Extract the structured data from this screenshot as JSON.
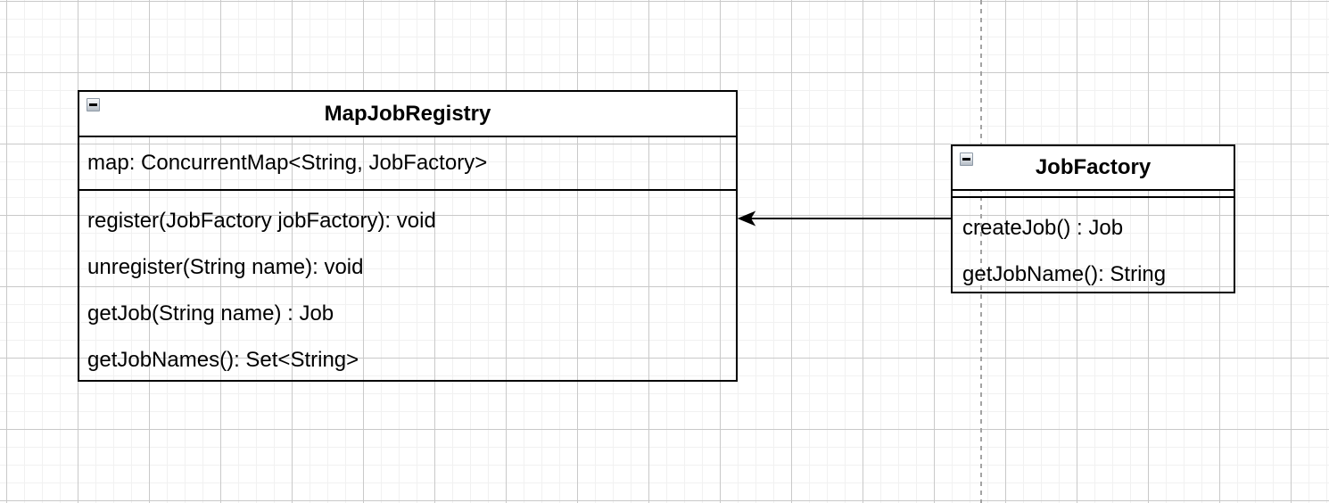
{
  "diagram": {
    "type": "uml-class-diagram",
    "colors": {
      "stroke": "#000000",
      "header_fill": "#ffffff",
      "grid_minor": "#f1f1f1",
      "grid_major": "#c9c9c9",
      "page_break": "#a3a3a3"
    },
    "icons": {
      "collapse": "minus-square-icon",
      "arrowhead": "filled-left-arrow"
    }
  },
  "classes": [
    {
      "name": "MapJobRegistry",
      "attributes": [
        "map: ConcurrentMap<String, JobFactory>"
      ],
      "methods": [
        "register(JobFactory jobFactory): void",
        "unregister(String name): void",
        "getJob(String name) : Job",
        "getJobNames(): Set<String>"
      ]
    },
    {
      "name": "JobFactory",
      "attributes": [],
      "methods": [
        "createJob() : Job",
        "getJobName(): String"
      ]
    }
  ],
  "connector": {
    "type": "directed-association",
    "from": "JobFactory",
    "to": "MapJobRegistry",
    "arrowhead_at": "MapJobRegistry"
  }
}
